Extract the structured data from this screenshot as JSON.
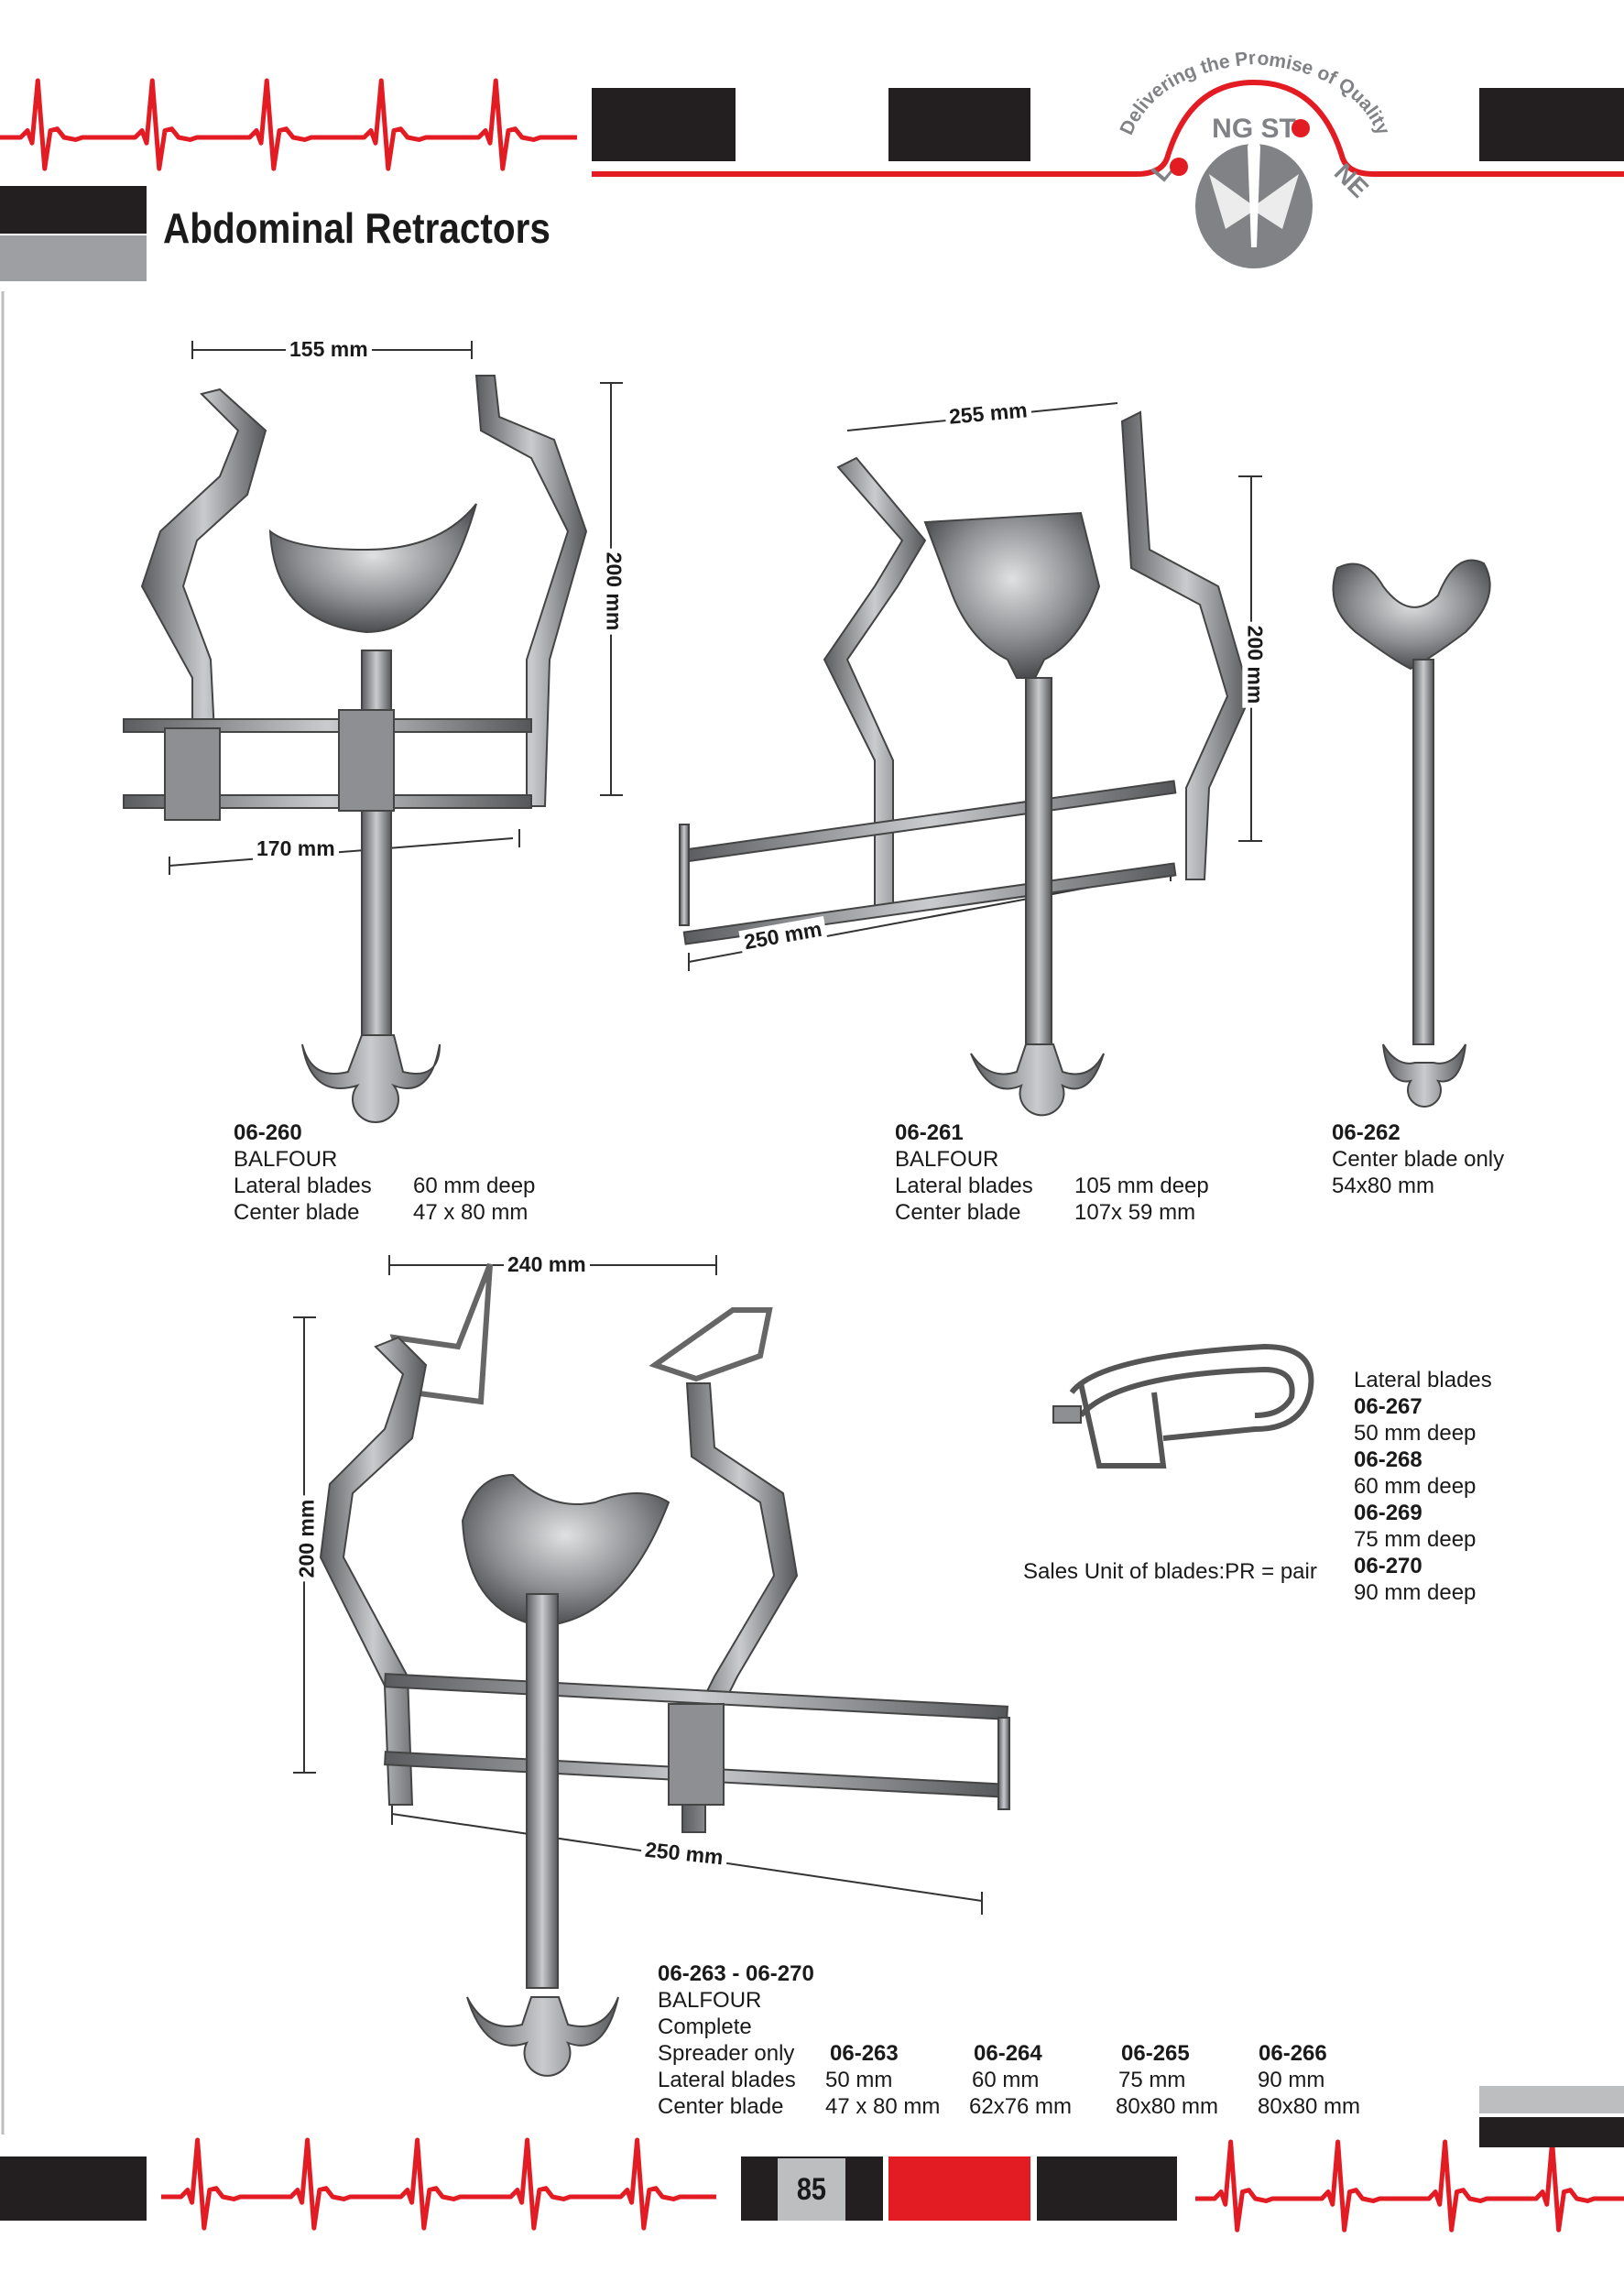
{
  "header": {
    "title": "Abdominal Retractors",
    "logo": {
      "brand": "LONG STONE",
      "tagline": "Delivering the Promise of Quality"
    }
  },
  "colors": {
    "accent": "#e31b23",
    "dark": "#231f20",
    "gray": "#9d9fa2"
  },
  "dimensions": {
    "d1_width": "155 mm",
    "d1_height": "200 mm",
    "d1_bar": "170 mm",
    "d2_width": "255 mm",
    "d2_height": "200 mm",
    "d2_bar": "250 mm",
    "d3_width": "240 mm",
    "d3_height": "200 mm",
    "d3_bar": "250 mm"
  },
  "products": [
    {
      "code": "06-260",
      "name": "BALFOUR",
      "lateral_label": "Lateral blades",
      "lateral_value": "60 mm deep",
      "center_label": "Center blade",
      "center_value": "47 x 80 mm"
    },
    {
      "code": "06-261",
      "name": "BALFOUR",
      "lateral_label": "Lateral blades",
      "lateral_value": "105 mm deep",
      "center_label": "Center blade",
      "center_value": "107x 59  mm"
    },
    {
      "code": "06-262",
      "name": "Center blade only",
      "size": "54x80 mm"
    }
  ],
  "lateral_blades": {
    "title": "Lateral blades",
    "items": [
      {
        "code": "06-267",
        "depth": "50 mm deep"
      },
      {
        "code": "06-268",
        "depth": "60 mm deep"
      },
      {
        "code": "06-269",
        "depth": "75 mm deep"
      },
      {
        "code": "06-270",
        "depth": "90 mm deep"
      }
    ],
    "sales_unit": "Sales Unit of blades:PR = pair"
  },
  "complete_set": {
    "code_range": "06-263 - 06-270",
    "name": "BALFOUR",
    "subtitle": "Complete",
    "rows": [
      {
        "label": "Spreader only",
        "values": [
          "06-263",
          "06-264",
          "06-265",
          "06-266"
        ]
      },
      {
        "label": "Lateral blades",
        "values": [
          "50 mm",
          "60 mm",
          "75 mm",
          "90 mm"
        ]
      },
      {
        "label": "Center blade",
        "values": [
          "47 x 80 mm",
          "62x76 mm",
          "80x80 mm",
          "80x80 mm"
        ]
      }
    ]
  },
  "footer": {
    "page_number": "85"
  }
}
